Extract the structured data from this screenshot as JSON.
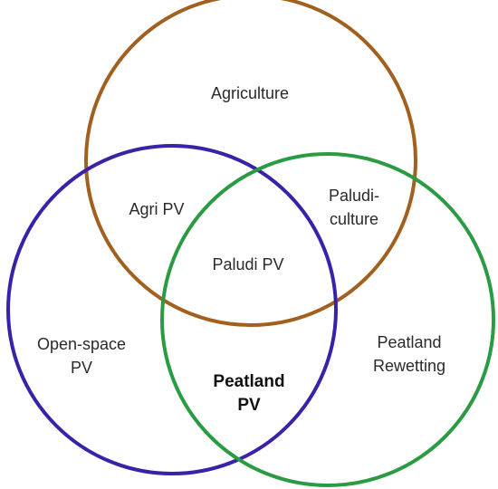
{
  "sets": {
    "agriculture": {
      "label": "Agriculture",
      "color": "#a2601f"
    },
    "open_space_pv": {
      "line1": "Open-space",
      "line2": "PV",
      "color": "#3a22a8"
    },
    "peatland_rewetting": {
      "line1": "Peatland",
      "line2": "Rewetting",
      "color": "#2a9b43"
    }
  },
  "intersections": {
    "agri_pv": "Agri PV",
    "paludiculture": {
      "line1": "Paludi-",
      "line2": "culture"
    },
    "paludi_pv": "Paludi PV",
    "peatland_pv": {
      "line1": "Peatland",
      "line2": "PV"
    }
  }
}
